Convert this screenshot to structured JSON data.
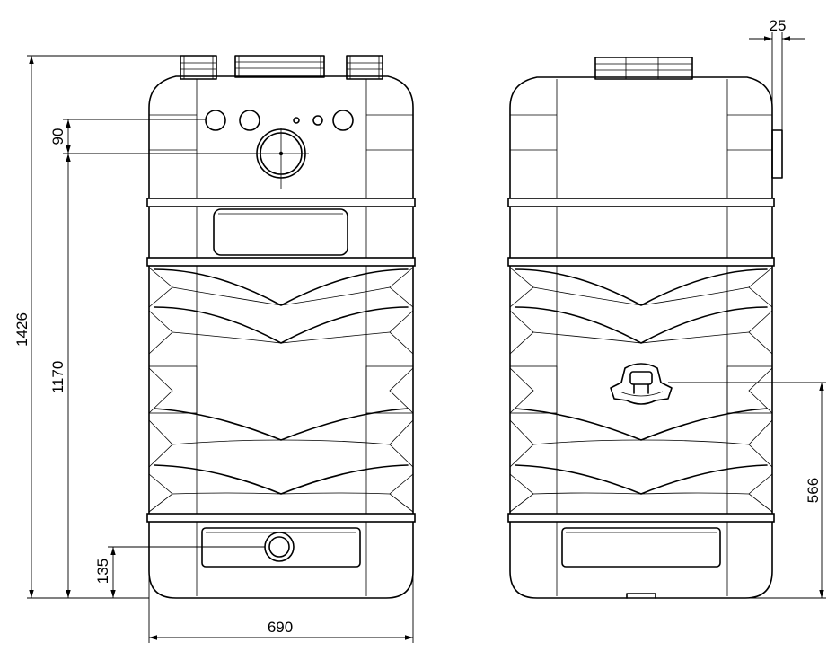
{
  "dimensions": {
    "total_height": "1426",
    "inlet_height": "1170",
    "top_offset": "90",
    "bottom_outlet_height": "135",
    "width": "690",
    "fitting_protrusion": "25",
    "side_outlet_height": "566"
  }
}
